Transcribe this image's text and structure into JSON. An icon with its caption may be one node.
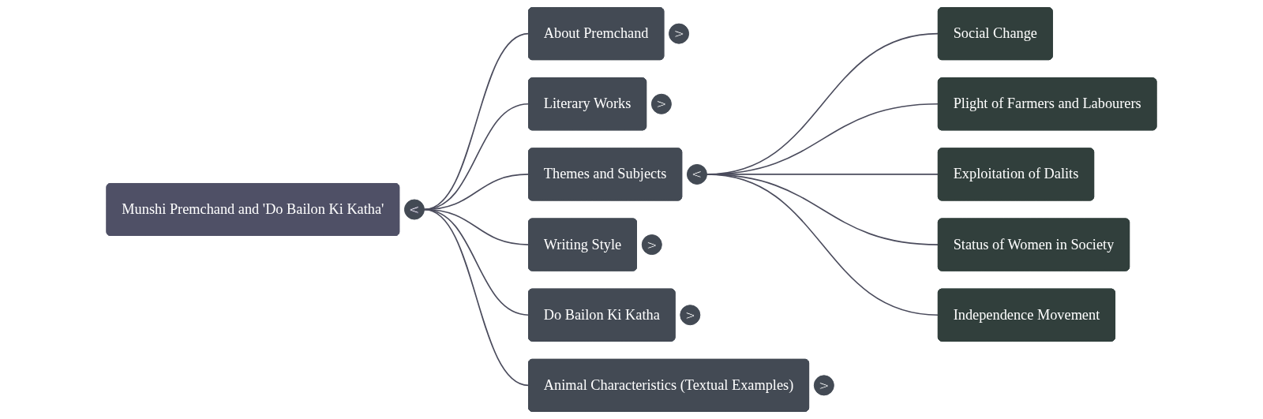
{
  "diagram": {
    "nodes": [
      {
        "text": [
          "Munshi Premchand and 'Do Bailon Ki Katha'"
        ],
        "beside": [
          "<"
        ]
      },
      {
        "text": [
          "About Premchand"
        ],
        "beside": [
          ">"
        ]
      },
      {
        "text": [
          "Literary Works"
        ],
        "beside": [
          ">"
        ]
      },
      {
        "text": [
          "Themes and Subjects"
        ],
        "beside": [
          "<"
        ]
      },
      {
        "text": [
          "Writing Style"
        ],
        "beside": [
          ">"
        ]
      },
      {
        "text": [
          "Do Bailon Ki Katha"
        ],
        "beside": [
          ">"
        ]
      },
      {
        "text": [
          "Animal Characteristics (Textual Examples)"
        ],
        "beside": [
          ">"
        ]
      },
      {
        "text": [
          "Social Change"
        ]
      },
      {
        "text": [
          "Plight of Farmers and Labourers"
        ]
      },
      {
        "text": [
          "Exploitation of Dalits"
        ]
      },
      {
        "text": [
          "Status of Women in Society"
        ]
      },
      {
        "text": [
          "Independence Movement"
        ]
      }
    ],
    "edges": [
      {
        "from": 0,
        "to": 1,
        "arrow": "none"
      },
      {
        "from": 0,
        "to": 2,
        "arrow": "none"
      },
      {
        "from": 0,
        "to": 3,
        "arrow": "none"
      },
      {
        "from": 0,
        "to": 4,
        "arrow": "none"
      },
      {
        "from": 0,
        "to": 5,
        "arrow": "none"
      },
      {
        "from": 0,
        "to": 6,
        "arrow": "none"
      },
      {
        "from": 3,
        "to": 7,
        "arrow": "none"
      },
      {
        "from": 3,
        "to": 8,
        "arrow": "none"
      },
      {
        "from": 3,
        "to": 9,
        "arrow": "none"
      },
      {
        "from": 3,
        "to": 10,
        "arrow": "none"
      },
      {
        "from": 3,
        "to": 11,
        "arrow": "none"
      }
    ]
  }
}
